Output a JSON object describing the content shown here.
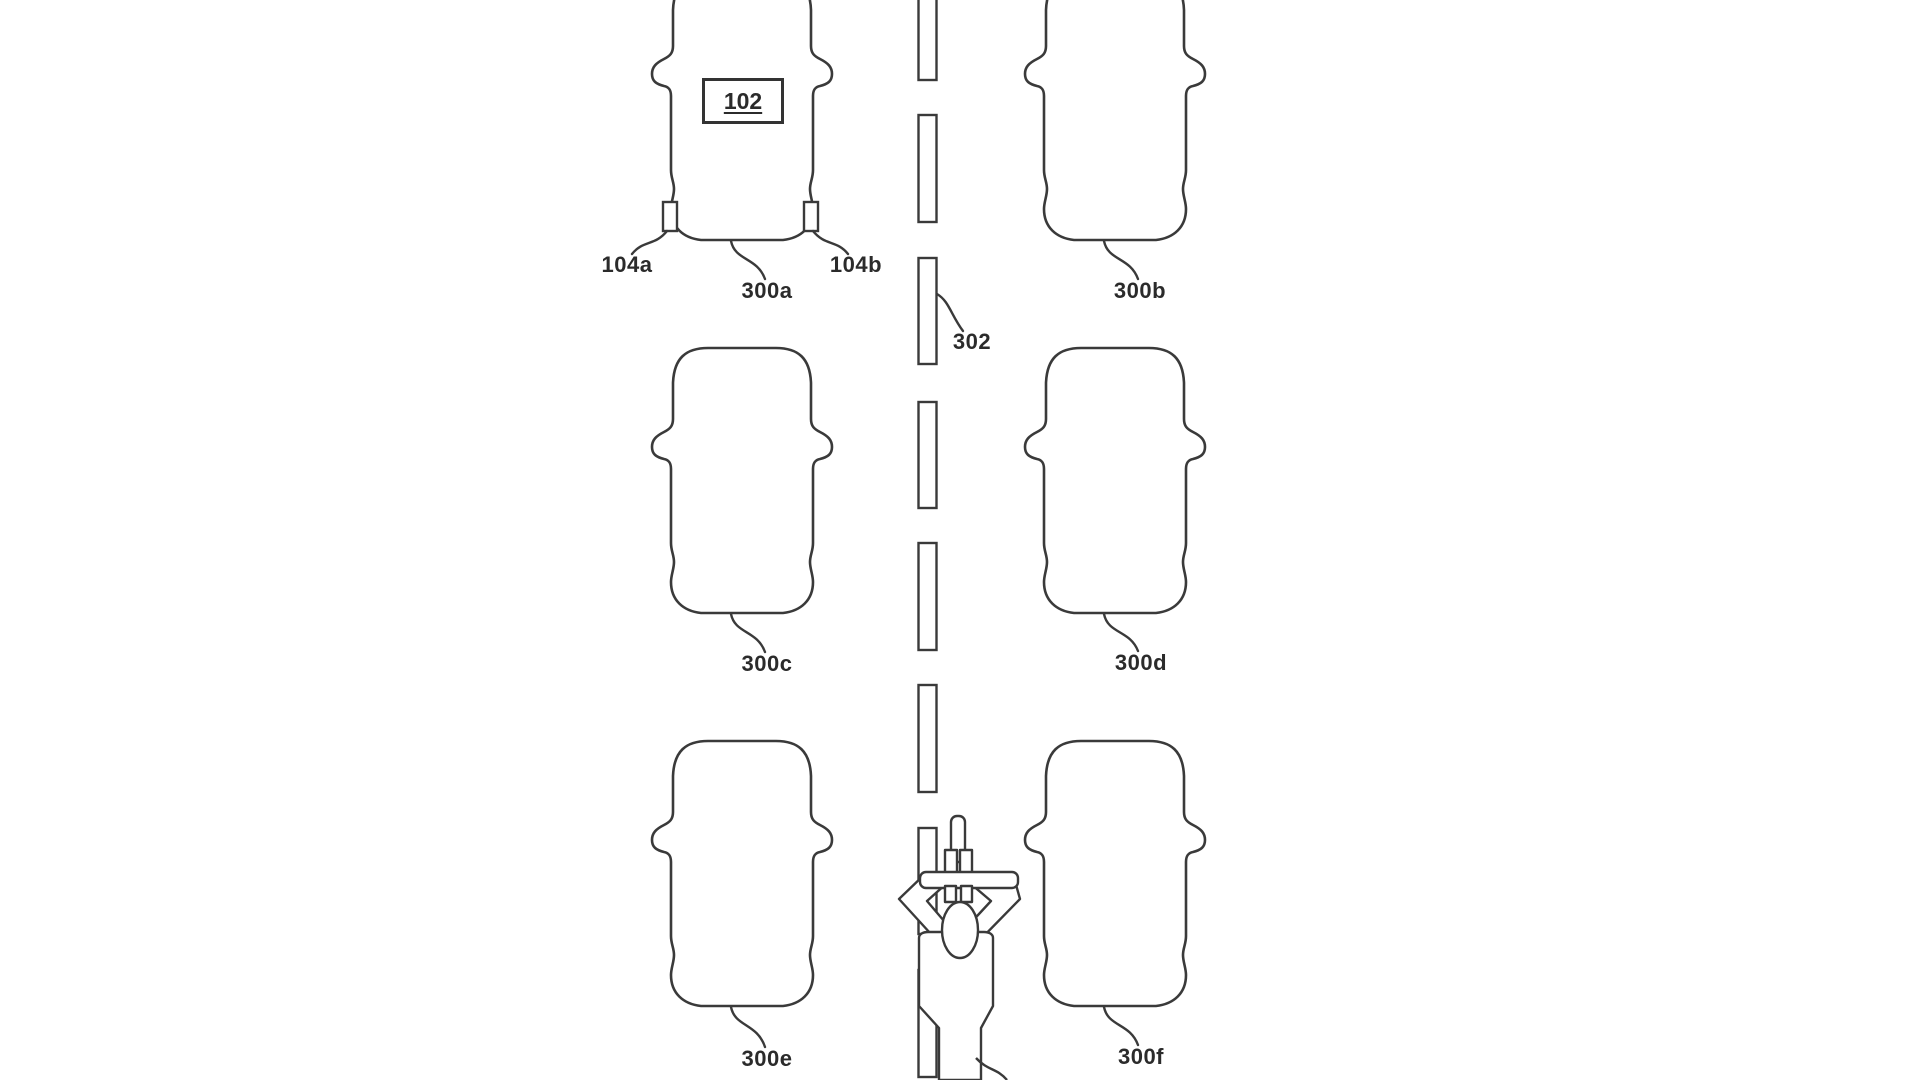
{
  "figure": {
    "description": "Patent-style top view diagram of two lanes of parked vehicles separated by a dashed lane marking, with a cyclist approaching between rows",
    "colors": {
      "background": "#ffffff",
      "line": "#3a3a3a",
      "text": "#2b2b2b"
    },
    "labels": {
      "unit_102": "102",
      "sensor_104a": "104a",
      "sensor_104b": "104b",
      "vehicle_300a": "300a",
      "vehicle_300b": "300b",
      "vehicle_300c": "300c",
      "vehicle_300d": "300d",
      "vehicle_300e": "300e",
      "vehicle_300f": "300f",
      "lane_marking_302": "302"
    }
  }
}
